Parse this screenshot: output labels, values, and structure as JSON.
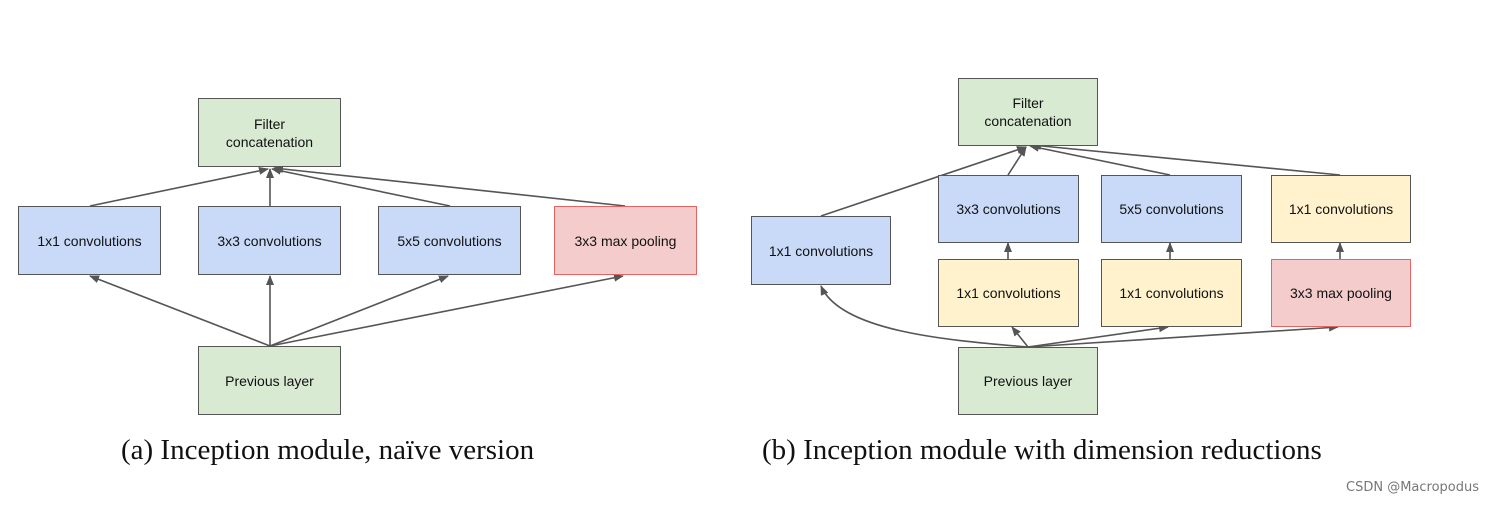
{
  "diagram_a": {
    "concat_label": "Filter\nconcatenation",
    "conv1_label": "1x1 convolutions",
    "conv3_label": "3x3 convolutions",
    "conv5_label": "5x5 convolutions",
    "pool_label": "3x3 max pooling",
    "prev_label": "Previous layer",
    "caption": "(a)  Inception module, naïve version"
  },
  "diagram_b": {
    "concat_label": "Filter\nconcatenation",
    "conv1_label": "1x1 convolutions",
    "conv3_label": "3x3 convolutions",
    "conv5_label": "5x5 convolutions",
    "pool_proj_label": "1x1 convolutions",
    "reduce3_label": "1x1 convolutions",
    "reduce5_label": "1x1 convolutions",
    "pool_label": "3x3 max pooling",
    "prev_label": "Previous layer",
    "caption": "(b)  Inception module with dimension reductions"
  },
  "watermark": "CSDN @Macropodus",
  "colors": {
    "concat_fill": "#d9ead3",
    "conv_fill": "#c9daf8",
    "reduce_fill": "#fff2cc",
    "pool_fill": "#f4cccc",
    "pool_border": "#e06666",
    "edge": "#555555"
  }
}
